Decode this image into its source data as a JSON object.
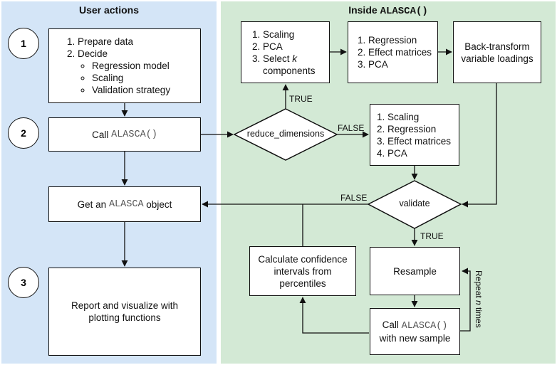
{
  "lanes": {
    "user_title": "User actions",
    "inside_prefix": "Inside ",
    "inside_code": "ALASCA()"
  },
  "steps": [
    "1",
    "2",
    "3"
  ],
  "prepare": {
    "items": [
      "Prepare data",
      "Decide"
    ],
    "sub_items": [
      "Regression model",
      "Scaling",
      "Validation strategy"
    ]
  },
  "call_box": {
    "prefix": "Call ",
    "code": "ALASCA()"
  },
  "get_box": {
    "prefix": "Get an ",
    "code": "ALASCA",
    "suffix": " object"
  },
  "report_box": {
    "text": "Report and visualize with plotting functions"
  },
  "reduce_path": {
    "steps": [
      "Scaling",
      "PCA",
      "Select",
      "k",
      "components"
    ]
  },
  "regression_box": {
    "items": [
      "Regression",
      "Effect matrices",
      "PCA"
    ]
  },
  "backtransform_box": {
    "text": "Back-transform variable loadings"
  },
  "full_path": {
    "items": [
      "Scaling",
      "Regression",
      "Effect matrices",
      "PCA"
    ]
  },
  "decisions": {
    "reduce": "reduce_dimensions",
    "validate": "validate"
  },
  "edge_labels": {
    "true_up": "TRUE",
    "false_right": "FALSE",
    "false_left": "FALSE",
    "true_down": "TRUE"
  },
  "resample_box": {
    "text": "Resample"
  },
  "call_new_box": {
    "prefix": "Call ",
    "code": "ALASCA()",
    "suffix": "with new sample"
  },
  "ci_box": {
    "text": "Calculate confidence intervals from percentiles"
  },
  "repeat_label": {
    "prefix": "Repeat ",
    "n": "n",
    "suffix": " times"
  },
  "colors": {
    "user_lane": "#d4e5f7",
    "inside_lane": "#d3e9d5",
    "stroke": "#111111"
  }
}
